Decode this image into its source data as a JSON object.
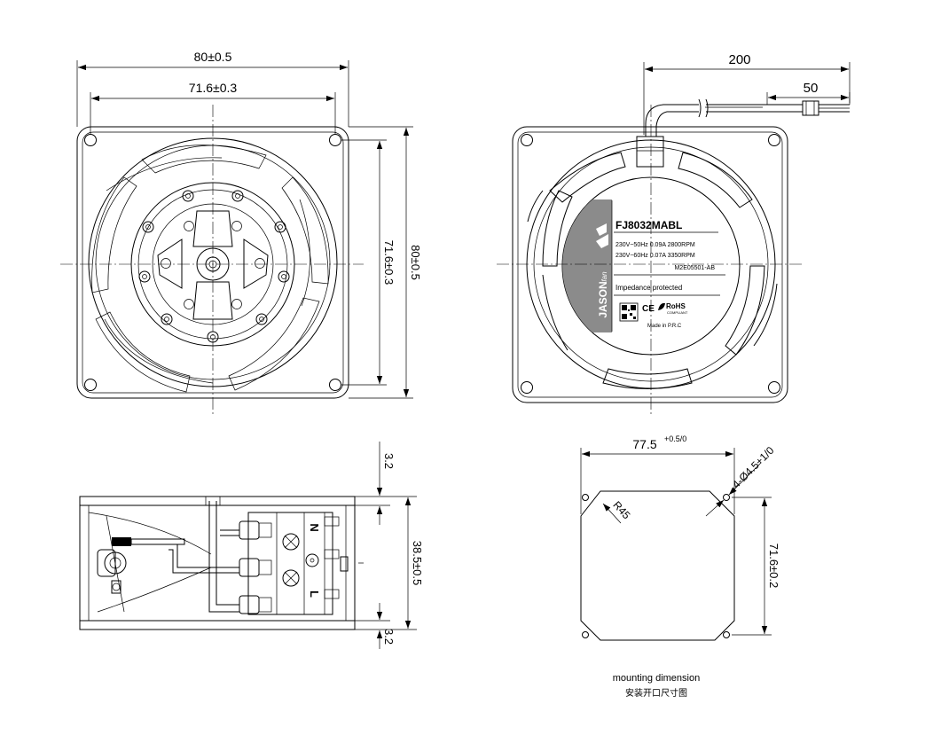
{
  "dimensions": {
    "front_width": "80±0.5",
    "front_hole_spacing": "71.6±0.3",
    "front_side_height": "80±0.5",
    "front_side_hole_spacing": "71.6±0.3",
    "cable_length": "200",
    "cable_strip": "50",
    "side_top_offset": "3.2",
    "side_bottom_offset": "3.2",
    "side_depth": "38.5±0.5",
    "cutout_width_main": "77.5",
    "cutout_width_tol": "+0.5/0",
    "cutout_holes": "4-Ø4.5+1/0",
    "cutout_radius": "R45",
    "cutout_height": "71.6±0.2"
  },
  "label": {
    "model": "FJ8032MABL",
    "spec_50hz": "230V~50Hz  0.09A  2800RPM",
    "spec_60hz": "230V~60Hz  0.07A  3350RPM",
    "part_number": "M2E05501-AB",
    "protection": "Impedance protected",
    "brand": "JASON",
    "brand_small": "fan",
    "ce_mark": "CE",
    "rohs": "RoHS",
    "rohs_sub": "COMPLIANT",
    "origin": "Made in P.R.C"
  },
  "terminals": {
    "n": "N",
    "l": "L"
  },
  "caption": {
    "english": "mounting dimension",
    "chinese": "安装开口尺寸图"
  }
}
